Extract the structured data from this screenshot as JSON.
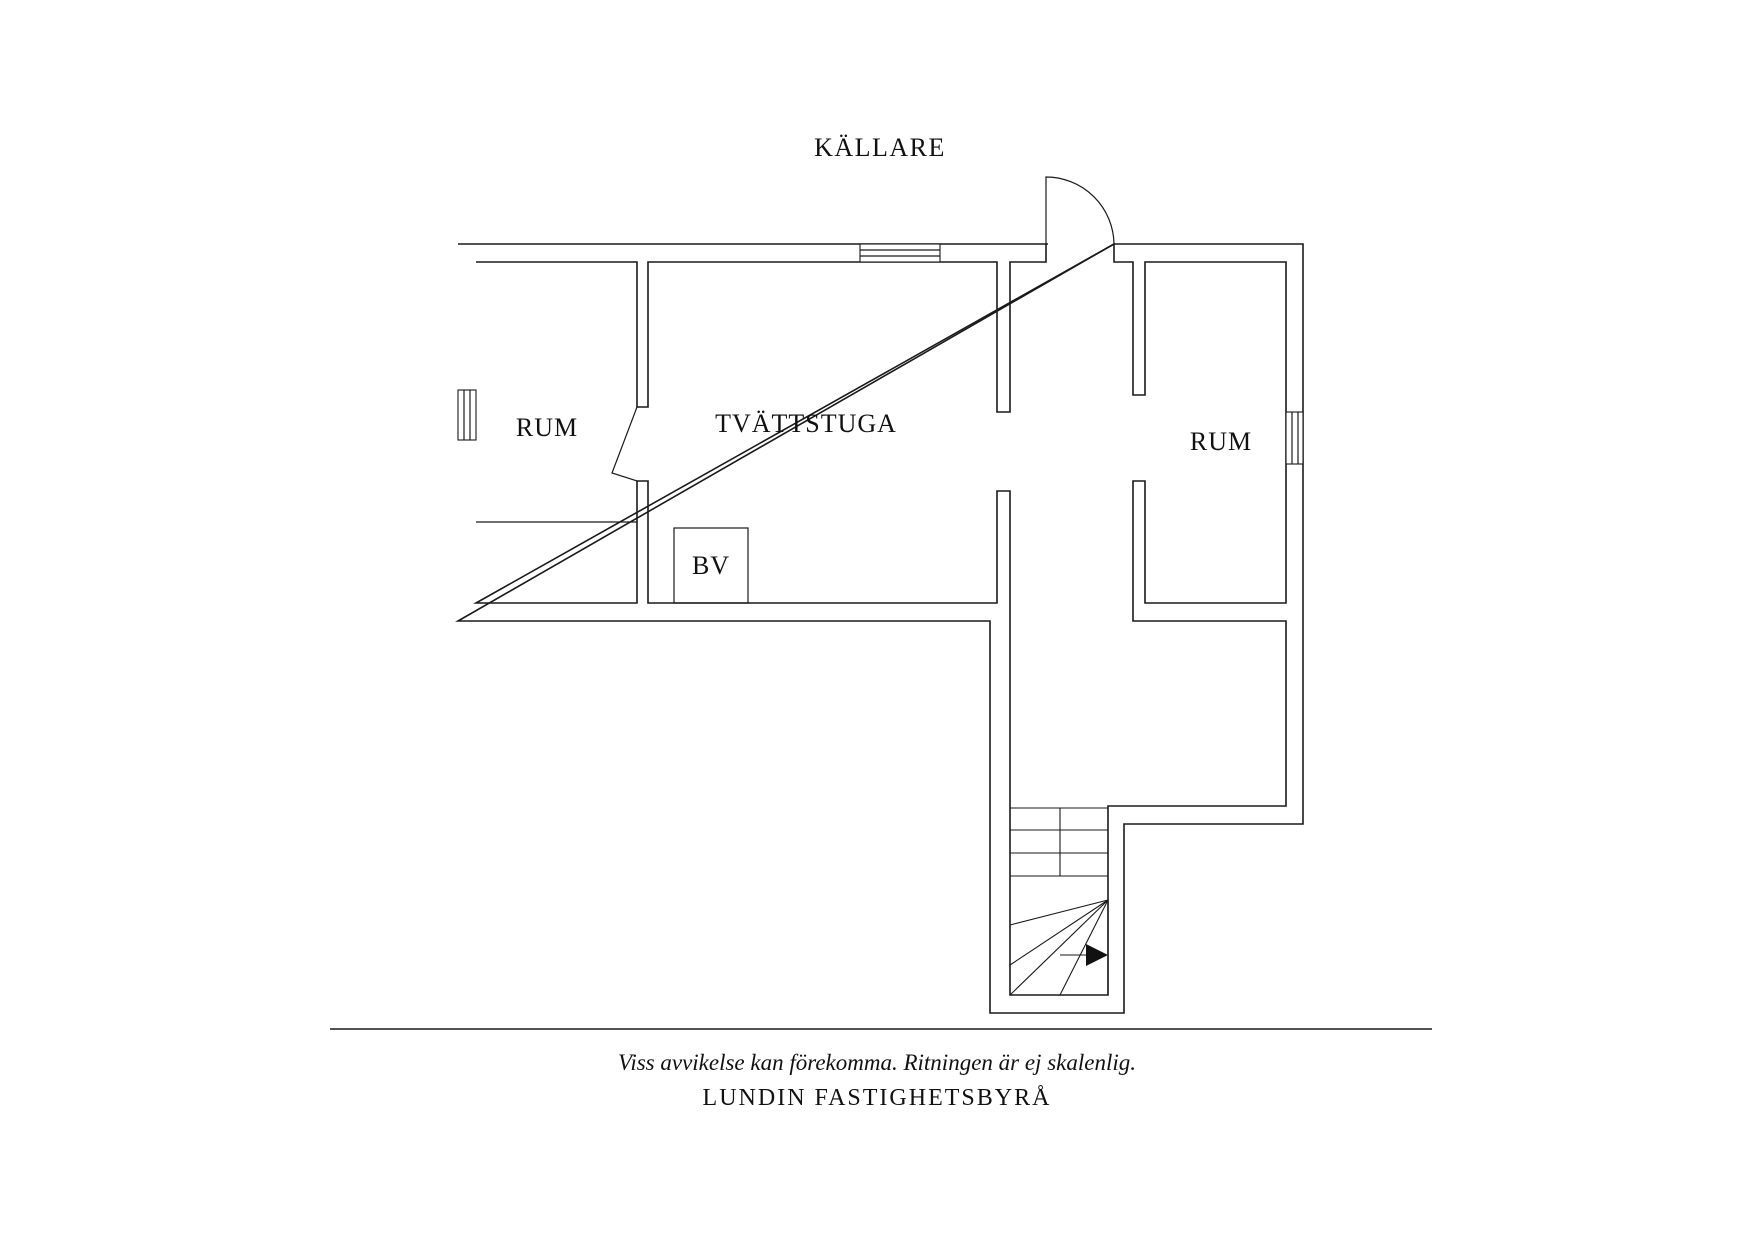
{
  "plan": {
    "title": "KÄLLARE",
    "rooms": {
      "rum_left": "RUM",
      "tvattstuga": "TVÄTTSTUGA",
      "rum_right": "RUM",
      "bv": "BV"
    }
  },
  "footer": {
    "disclaimer": "Viss avvikelse kan förekomma. Ritningen är ej skalenlig.",
    "brand": "LUNDIN FASTIGHETSBYRÅ"
  }
}
